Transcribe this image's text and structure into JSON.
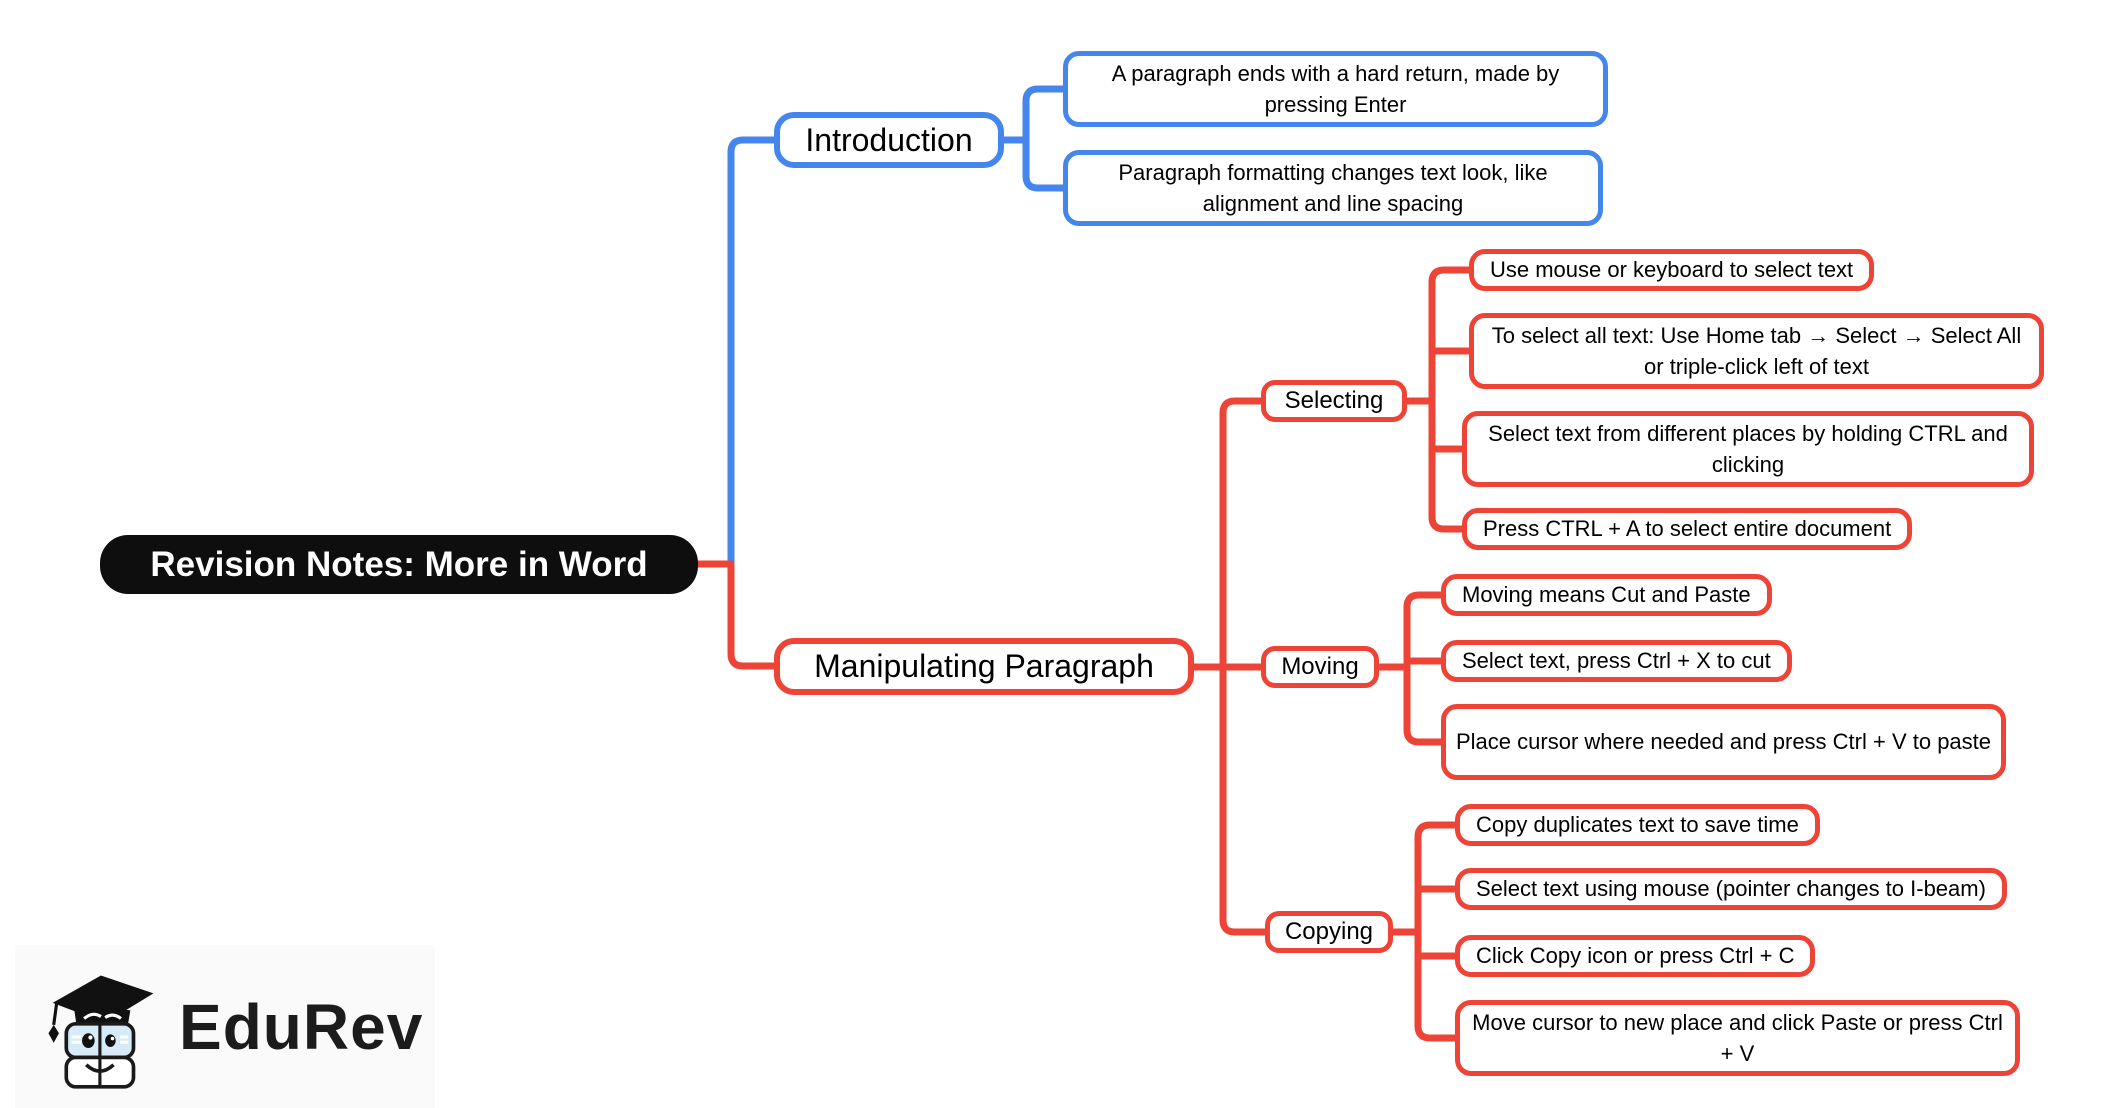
{
  "colors": {
    "canvas_bg": "#FFFFFF",
    "blue": "#4586EC",
    "red": "#EE4437",
    "root_bg": "#0E0E0E",
    "root_text": "#FFFFFF",
    "node_text": "#000000",
    "logo_bg": "#FAFAFA"
  },
  "map": {
    "root": {
      "label": "Revision Notes: More in Word"
    },
    "branches": [
      {
        "label": "Introduction",
        "color": "blue",
        "children": [
          {
            "label": "A paragraph ends with a hard return, made by pressing Enter"
          },
          {
            "label": "Paragraph formatting changes text look, like alignment and line spacing"
          }
        ]
      },
      {
        "label": "Manipulating Paragraph",
        "color": "red",
        "subbranches": [
          {
            "label": "Selecting",
            "children": [
              {
                "label": "Use mouse or keyboard to select text"
              },
              {
                "label": "To select all text: Use Home tab → Select → Select All or triple-click left of text"
              },
              {
                "label": "Select text from different places by holding CTRL and clicking"
              },
              {
                "label": "Press CTRL + A to select entire document"
              }
            ]
          },
          {
            "label": "Moving",
            "children": [
              {
                "label": "Moving means Cut and Paste"
              },
              {
                "label": "Select text, press Ctrl + X to cut"
              },
              {
                "label": "Place cursor where needed and press Ctrl + V to paste"
              }
            ]
          },
          {
            "label": "Copying",
            "children": [
              {
                "label": "Copy duplicates text to save time"
              },
              {
                "label": "Select text using mouse (pointer changes to I-beam)"
              },
              {
                "label": "Click Copy icon or press Ctrl + C"
              },
              {
                "label": "Move cursor to new place and click Paste or press Ctrl + V"
              }
            ]
          }
        ]
      }
    ]
  },
  "logo": {
    "text": "EduRev"
  }
}
